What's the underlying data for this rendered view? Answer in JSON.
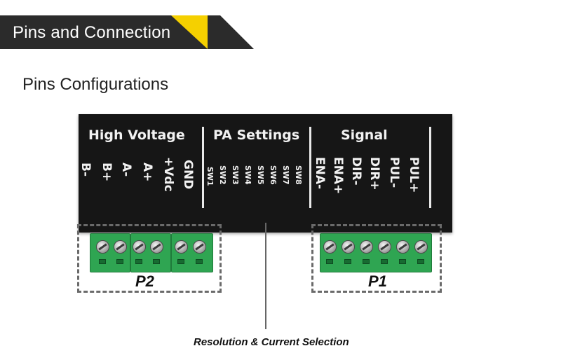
{
  "header": {
    "title": "Pins and Connection"
  },
  "section": {
    "title": "Pins Configurations"
  },
  "groups": {
    "high_voltage": "High Voltage",
    "pa_settings": "PA Settings",
    "signal": "Signal"
  },
  "pins": {
    "p2": [
      "B-",
      "B+",
      "A-",
      "A+",
      "+Vdc",
      "GND"
    ],
    "switches": [
      "SW1",
      "SW2",
      "SW3",
      "SW4",
      "SW5",
      "SW6",
      "SW7",
      "SW8"
    ],
    "p1": [
      "ENA-",
      "ENA+",
      "DIR-",
      "DIR+",
      "PUL-",
      "PUL+"
    ]
  },
  "connectors": {
    "p2": "P2",
    "p1": "P1"
  },
  "caption": "Resolution & Current Selection",
  "colors": {
    "banner_dark": "#2b2b2b",
    "banner_accent": "#f5d000",
    "driver_body": "#161616",
    "terminal_green": "#2fa552"
  }
}
